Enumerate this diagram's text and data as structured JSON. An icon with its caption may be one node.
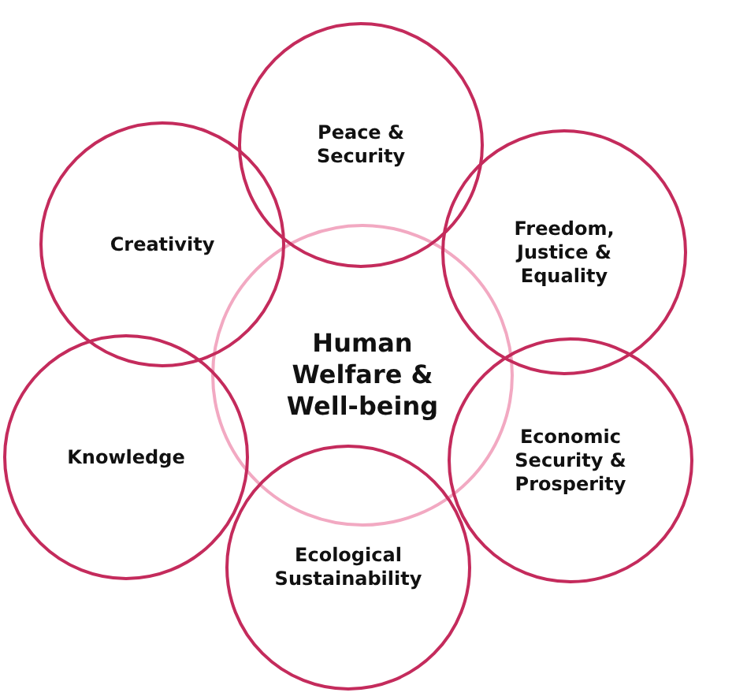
{
  "diagram": {
    "nodes": [
      {
        "text": [
          "Human Welfare & Well-being"
        ]
      },
      {
        "text": [
          "Peace & Security"
        ]
      },
      {
        "text": [
          "Creativity"
        ]
      },
      {
        "text": [
          "Freedom, Justice & Equality"
        ]
      },
      {
        "text": [
          "Knowledge"
        ]
      },
      {
        "text": [
          "Economic Security & Prosperity"
        ]
      },
      {
        "text": [
          "Ecological Sustainability"
        ]
      }
    ]
  }
}
